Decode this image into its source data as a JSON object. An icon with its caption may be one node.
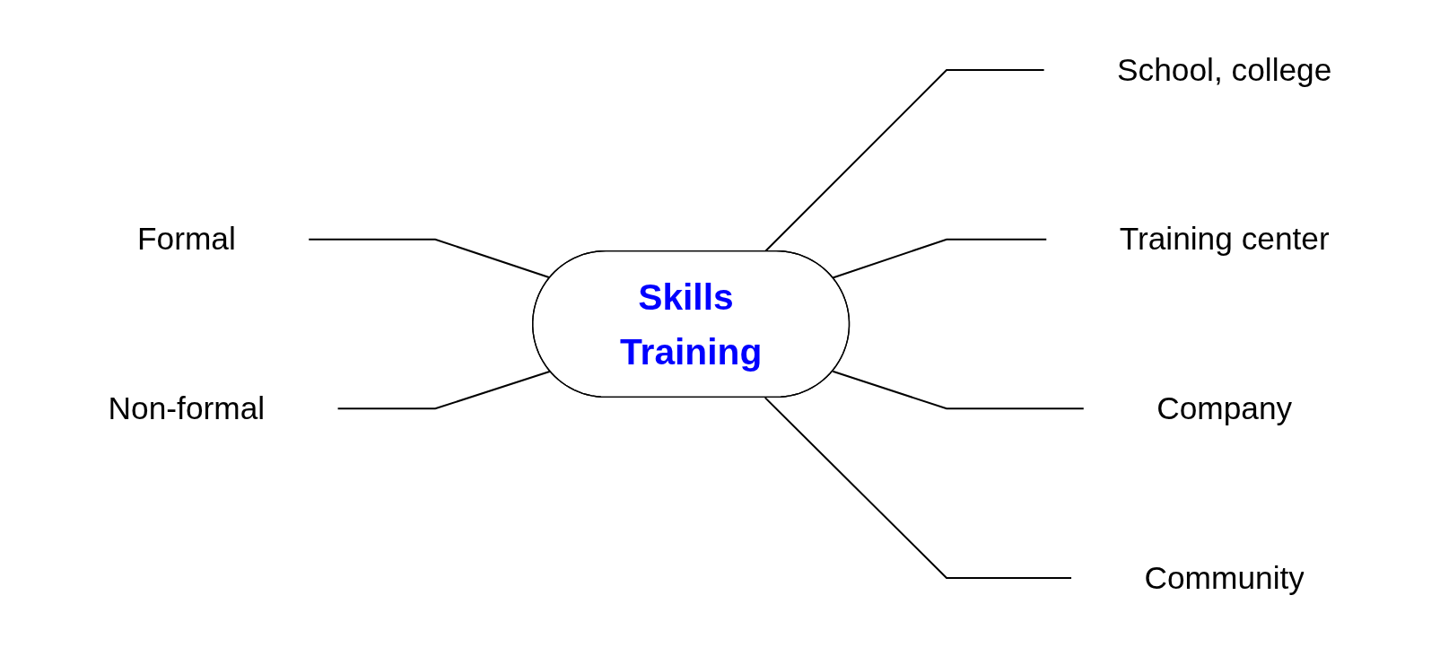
{
  "diagram": {
    "nodes": [
      {
        "text": [
          "Skills Training"
        ]
      },
      {
        "text": [
          "Formal"
        ]
      },
      {
        "text": [
          "Non-formal"
        ]
      },
      {
        "text": [
          "School, college"
        ]
      },
      {
        "text": [
          "Training center"
        ]
      },
      {
        "text": [
          "Company"
        ]
      },
      {
        "text": [
          "Community"
        ]
      }
    ],
    "edges": [
      {
        "from": 1,
        "to": 0,
        "arrow": "none"
      },
      {
        "from": 2,
        "to": 0,
        "arrow": "none"
      },
      {
        "from": 0,
        "to": 3,
        "arrow": "none"
      },
      {
        "from": 0,
        "to": 4,
        "arrow": "none"
      },
      {
        "from": 0,
        "to": 5,
        "arrow": "none"
      },
      {
        "from": 0,
        "to": 6,
        "arrow": "none"
      }
    ]
  }
}
